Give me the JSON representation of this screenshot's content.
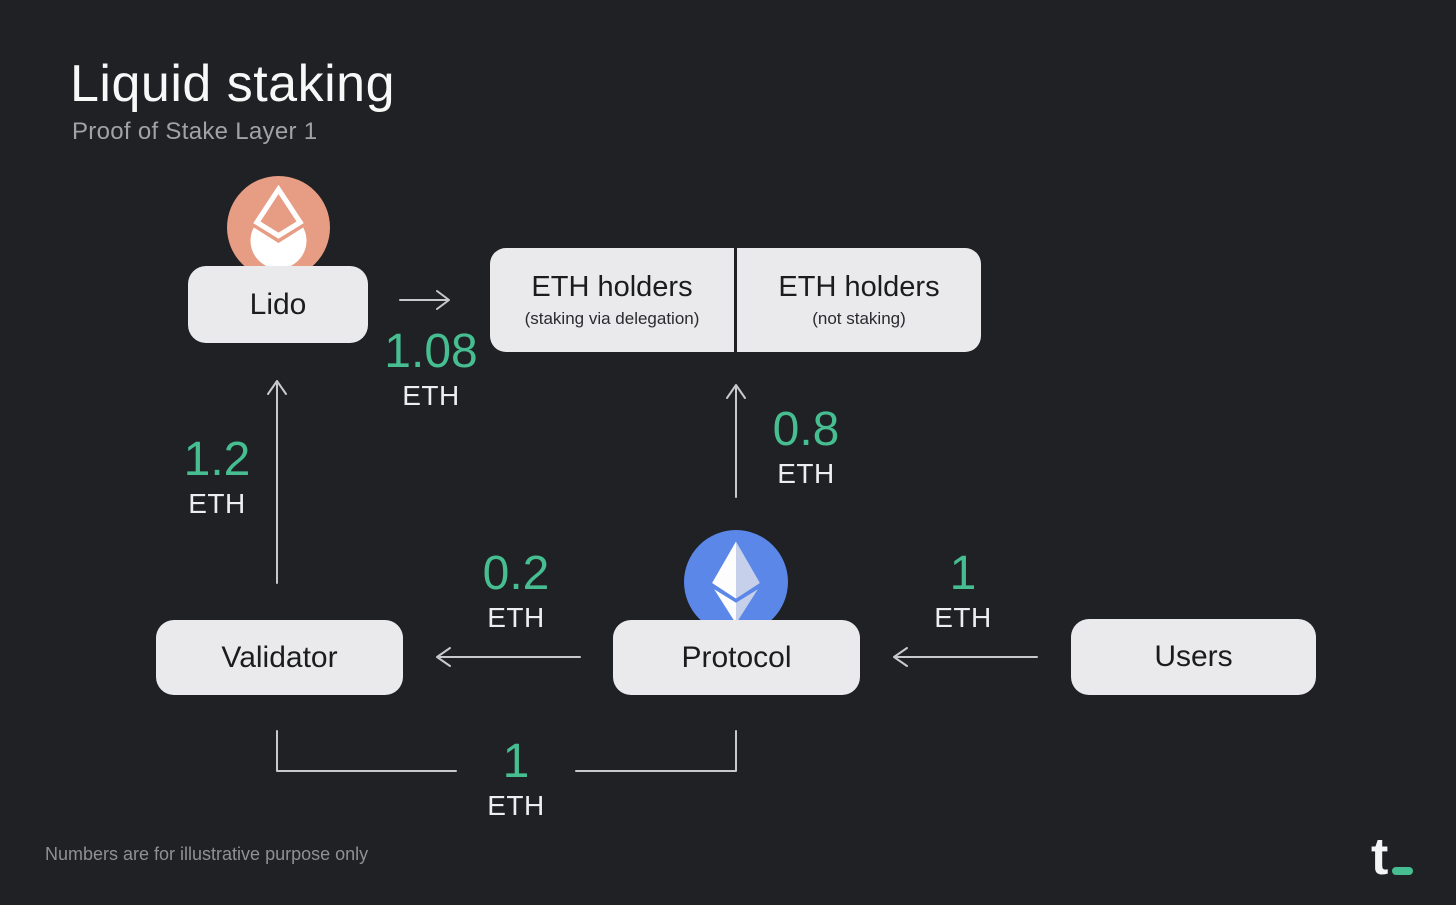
{
  "header": {
    "title": "Liquid staking",
    "subtitle": "Proof of Stake Layer 1"
  },
  "nodes": {
    "lido": {
      "label": "Lido",
      "icon": "lido-droplet-icon"
    },
    "eth_holders_staking": {
      "label": "ETH holders",
      "sublabel": "(staking via delegation)"
    },
    "eth_holders_not_staking": {
      "label": "ETH holders",
      "sublabel": "(not staking)"
    },
    "validator": {
      "label": "Validator"
    },
    "protocol": {
      "label": "Protocol",
      "icon": "ethereum-icon"
    },
    "users": {
      "label": "Users"
    }
  },
  "flows": {
    "lido_to_holders": {
      "from": "Lido",
      "to": "ETH holders (staking via delegation)",
      "value": "1.08",
      "unit": "ETH"
    },
    "validator_to_lido": {
      "from": "Validator",
      "to": "Lido",
      "value": "1.2",
      "unit": "ETH"
    },
    "protocol_to_holders": {
      "from": "Protocol",
      "to": "ETH holders (staking via delegation)",
      "value": "0.8",
      "unit": "ETH"
    },
    "protocol_to_validator": {
      "from": "Protocol",
      "to": "Validator",
      "value": "0.2",
      "unit": "ETH"
    },
    "users_to_protocol": {
      "from": "Users",
      "to": "Protocol",
      "value": "1",
      "unit": "ETH"
    },
    "validator_protocol_bottom": {
      "from": "Validator",
      "to": "Protocol",
      "value": "1",
      "unit": "ETH"
    }
  },
  "footer": {
    "note": "Numbers are for illustrative purpose only",
    "logo_letter": "t"
  },
  "colors": {
    "background": "#1F2124",
    "box_bg": "#EAEAEC",
    "accent_green": "#46BE91",
    "lido_salmon": "#E79C84",
    "eth_blue": "#5A87E8",
    "line": "#C7C9CB"
  }
}
